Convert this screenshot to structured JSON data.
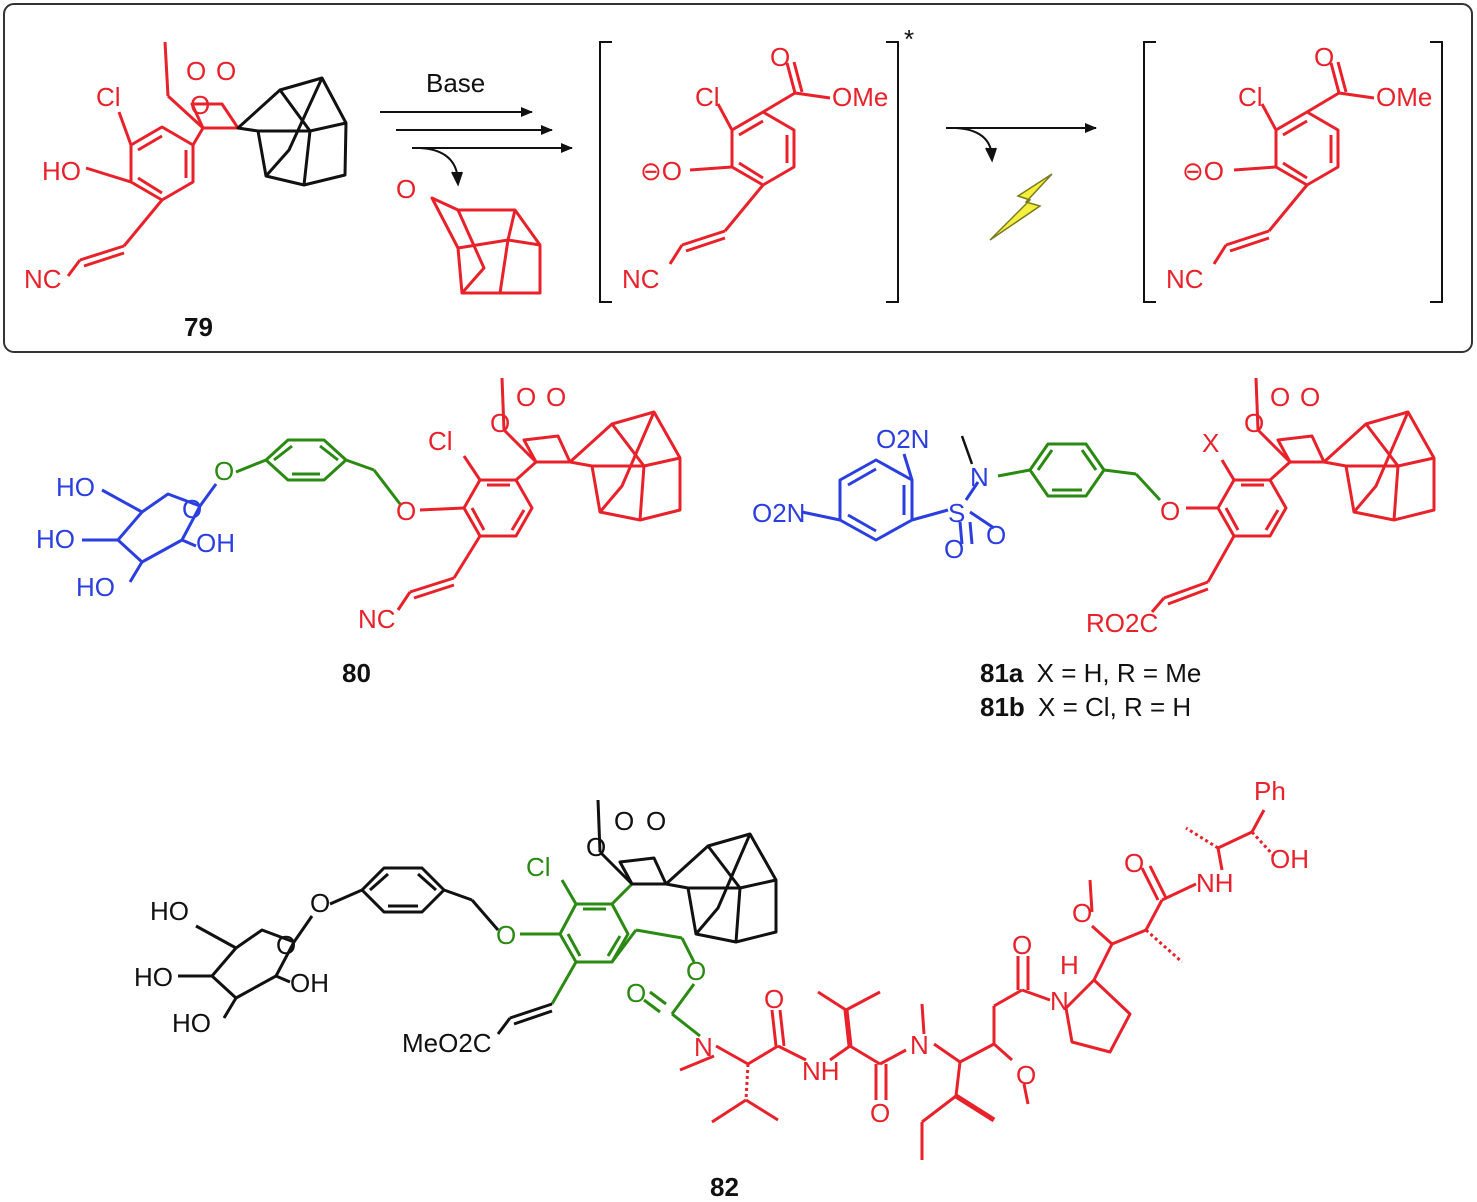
{
  "scheme": {
    "reaction": {
      "reagent": "Base",
      "excited_marker": "*"
    },
    "compound_79": {
      "label": "79",
      "atoms": {
        "methoxy_o": "O",
        "perox_o1": "O",
        "perox_o2": "O",
        "cl": "Cl",
        "ho": "HO",
        "nc": "NC"
      }
    },
    "byproduct": {
      "ketone_o": "O"
    },
    "intermediate_excited": {
      "atoms": {
        "cl": "Cl",
        "carbonyl_o": "O",
        "ome": "OMe",
        "phenolate": "⊖O",
        "nc": "NC"
      }
    },
    "intermediate_ground": {
      "atoms": {
        "cl": "Cl",
        "carbonyl_o": "O",
        "ome": "OMe",
        "phenolate": "⊖O",
        "nc": "NC"
      }
    },
    "compound_80": {
      "label": "80",
      "atoms": {
        "ho1": "HO",
        "ho2": "HO",
        "oh3": "OH",
        "ho4": "HO",
        "ring_o": "O",
        "aryl_o": "O",
        "benzyl_o": "O",
        "cl": "Cl",
        "nc": "NC",
        "perox_o1": "O",
        "perox_o2": "O",
        "methoxy_o": "O"
      }
    },
    "compound_81": {
      "label_a": "81a",
      "desc_a": "X = H, R = Me",
      "label_b": "81b",
      "desc_b": "X = Cl, R = H",
      "atoms": {
        "no2_top": "O2N",
        "no2_left": "O2N",
        "n": "N",
        "s": "S",
        "so1": "O",
        "so2": "O",
        "x": "X",
        "benzyl_o": "O",
        "ester": "RO2C",
        "perox_o1": "O",
        "perox_o2": "O",
        "methoxy_o": "O"
      }
    },
    "compound_82": {
      "label": "82",
      "atoms": {
        "ho1": "HO",
        "ho2": "HO",
        "oh3": "OH",
        "ho4": "HO",
        "ring_o": "O",
        "aryl_o": "O",
        "benzyl_o": "O",
        "cl": "Cl",
        "ester": "MeO2C",
        "carbamate_o1": "O",
        "carbamate_o2": "O",
        "n1": "N",
        "amide_o1": "O",
        "nh1": "NH",
        "amide_o2": "O",
        "n2": "N",
        "methoxy1": "O",
        "amide_o3": "O",
        "n3": "N",
        "h": "H",
        "methoxy2": "O",
        "amide_o4": "O",
        "nh2": "NH",
        "ph": "Ph",
        "oh": "OH",
        "perox_o1": "O",
        "perox_o2": "O",
        "methoxy_o": "O"
      }
    }
  }
}
